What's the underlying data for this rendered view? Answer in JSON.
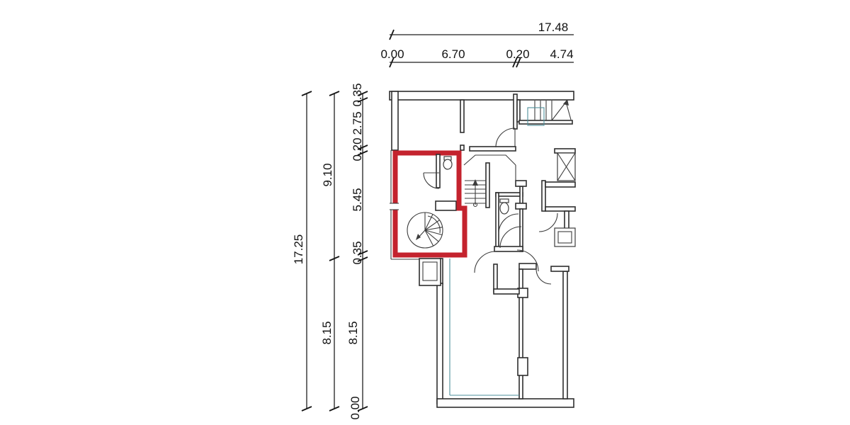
{
  "colors": {
    "ink": "#2e2e2e",
    "thin_ink": "#3c3c3c",
    "highlight_red": "#c4232e",
    "teal_accent": "#4e8f9b",
    "paper": "#ffffff"
  },
  "dimension_annotations": {
    "top_chain": {
      "total_width": "17.48",
      "segments": [
        "0.00",
        "6.70",
        "0.20",
        "4.74"
      ]
    },
    "left_chains": {
      "outer_total": "17.25",
      "middle_segments": [
        "9.10",
        "8.15"
      ],
      "inner_segments": [
        "0.35",
        "2.75",
        "0.20",
        "5.45",
        "0.35",
        "8.15",
        "0.00"
      ]
    }
  },
  "plan": {
    "highlight_outline_color": "#c4232e"
  }
}
